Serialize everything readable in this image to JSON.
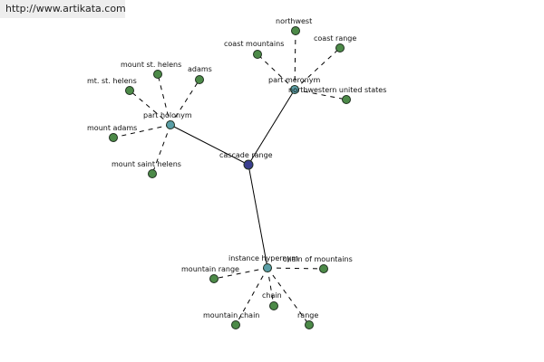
{
  "header": {
    "url": "http://www.artikata.com"
  },
  "colors": {
    "center": "#3a3f8f",
    "relation": "#5a9ea6",
    "leaf": "#4c8a48"
  },
  "graph": {
    "center": {
      "id": "center",
      "label": "cascade range"
    },
    "relations": [
      {
        "id": "rel-meronym",
        "label": "part meronym"
      },
      {
        "id": "rel-holonym",
        "label": "part holonym"
      },
      {
        "id": "rel-hypernym",
        "label": "instance hypernym"
      }
    ],
    "leaves": [
      {
        "id": "leaf-northwest",
        "parent": "rel-meronym",
        "label": "northwest"
      },
      {
        "id": "leaf-coast-mountains",
        "parent": "rel-meronym",
        "label": "coast mountains"
      },
      {
        "id": "leaf-coast-range",
        "parent": "rel-meronym",
        "label": "coast range"
      },
      {
        "id": "leaf-northwestern-us",
        "parent": "rel-meronym",
        "label": "northwestern united states"
      },
      {
        "id": "leaf-mount-st-helens",
        "parent": "rel-holonym",
        "label": "mount st. helens"
      },
      {
        "id": "leaf-adams",
        "parent": "rel-holonym",
        "label": "adams"
      },
      {
        "id": "leaf-mt-st-helens",
        "parent": "rel-holonym",
        "label": "mt. st. helens"
      },
      {
        "id": "leaf-mount-adams",
        "parent": "rel-holonym",
        "label": "mount adams"
      },
      {
        "id": "leaf-mount-saint-helens",
        "parent": "rel-holonym",
        "label": "mount saint helens"
      },
      {
        "id": "leaf-mountain-range",
        "parent": "rel-hypernym",
        "label": "mountain range"
      },
      {
        "id": "leaf-chain-of-mountains",
        "parent": "rel-hypernym",
        "label": "chain of mountains"
      },
      {
        "id": "leaf-chain",
        "parent": "rel-hypernym",
        "label": "chain"
      },
      {
        "id": "leaf-mountain-chain",
        "parent": "rel-hypernym",
        "label": "mountain chain"
      },
      {
        "id": "leaf-range",
        "parent": "rel-hypernym",
        "label": "range"
      }
    ]
  }
}
